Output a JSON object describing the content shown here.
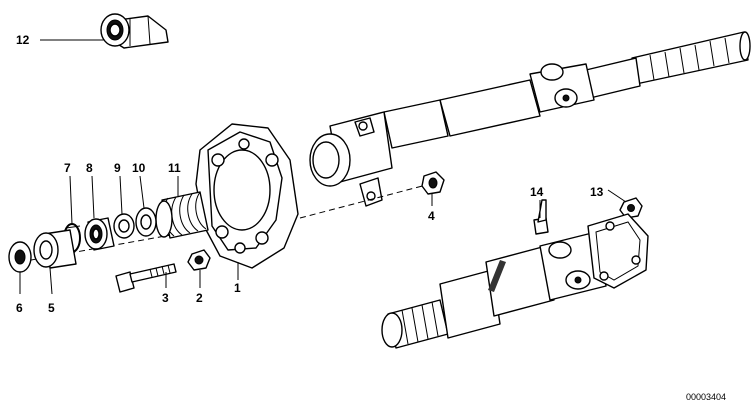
{
  "diagram": {
    "callouts": [
      {
        "id": "12",
        "label": "12"
      },
      {
        "id": "7",
        "label": "7"
      },
      {
        "id": "8",
        "label": "8"
      },
      {
        "id": "9",
        "label": "9"
      },
      {
        "id": "10",
        "label": "10"
      },
      {
        "id": "11",
        "label": "11"
      },
      {
        "id": "14",
        "label": "14"
      },
      {
        "id": "13",
        "label": "13"
      },
      {
        "id": "4",
        "label": "4"
      },
      {
        "id": "6",
        "label": "6"
      },
      {
        "id": "5",
        "label": "5"
      },
      {
        "id": "3",
        "label": "3"
      },
      {
        "id": "2",
        "label": "2"
      },
      {
        "id": "1",
        "label": "1"
      }
    ],
    "document_number": "00003404"
  }
}
